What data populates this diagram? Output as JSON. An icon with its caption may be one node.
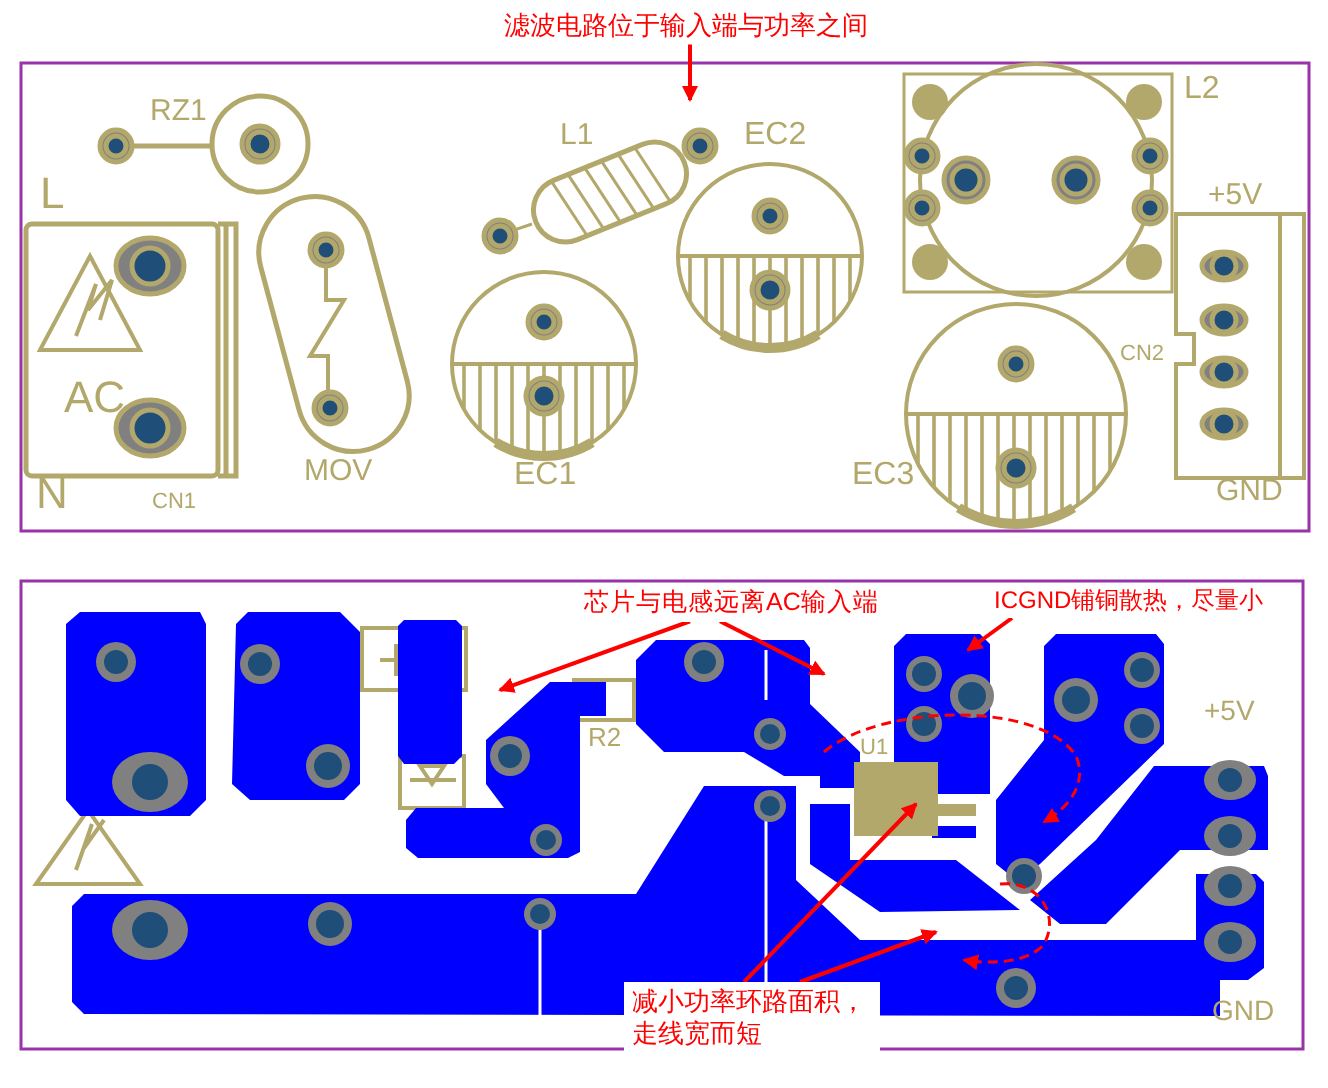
{
  "diagram": {
    "nodes": [
      {
        "text": [
          "滤波电路位于输入端与功率之间"
        ]
      },
      {
        "text": [
          "芯片与电感远离AC输入端"
        ]
      },
      {
        "text": [
          "ICGND铺铜散热，尽量小"
        ]
      },
      {
        "text": [
          "减小功率环路面积，走线宽而短"
        ]
      }
    ],
    "edges": [
      {
        "from": 0,
        "to": null,
        "arrow": "to"
      },
      {
        "from": 1,
        "to": null,
        "arrow": "to"
      },
      {
        "from": 1,
        "to": null,
        "arrow": "to"
      },
      {
        "from": 2,
        "to": null,
        "arrow": "to"
      },
      {
        "from": 3,
        "to": null,
        "arrow": "to"
      },
      {
        "from": 3,
        "to": null,
        "arrow": "to"
      }
    ],
    "labels": [
      "RZ1",
      "L",
      "AC",
      "N",
      "CN1",
      "MOV",
      "L1",
      "EC2",
      "EC1",
      "EC3",
      "L2",
      "+5V",
      "CN2",
      "GND",
      "R2",
      "U1",
      "+5V",
      "GND"
    ]
  }
}
